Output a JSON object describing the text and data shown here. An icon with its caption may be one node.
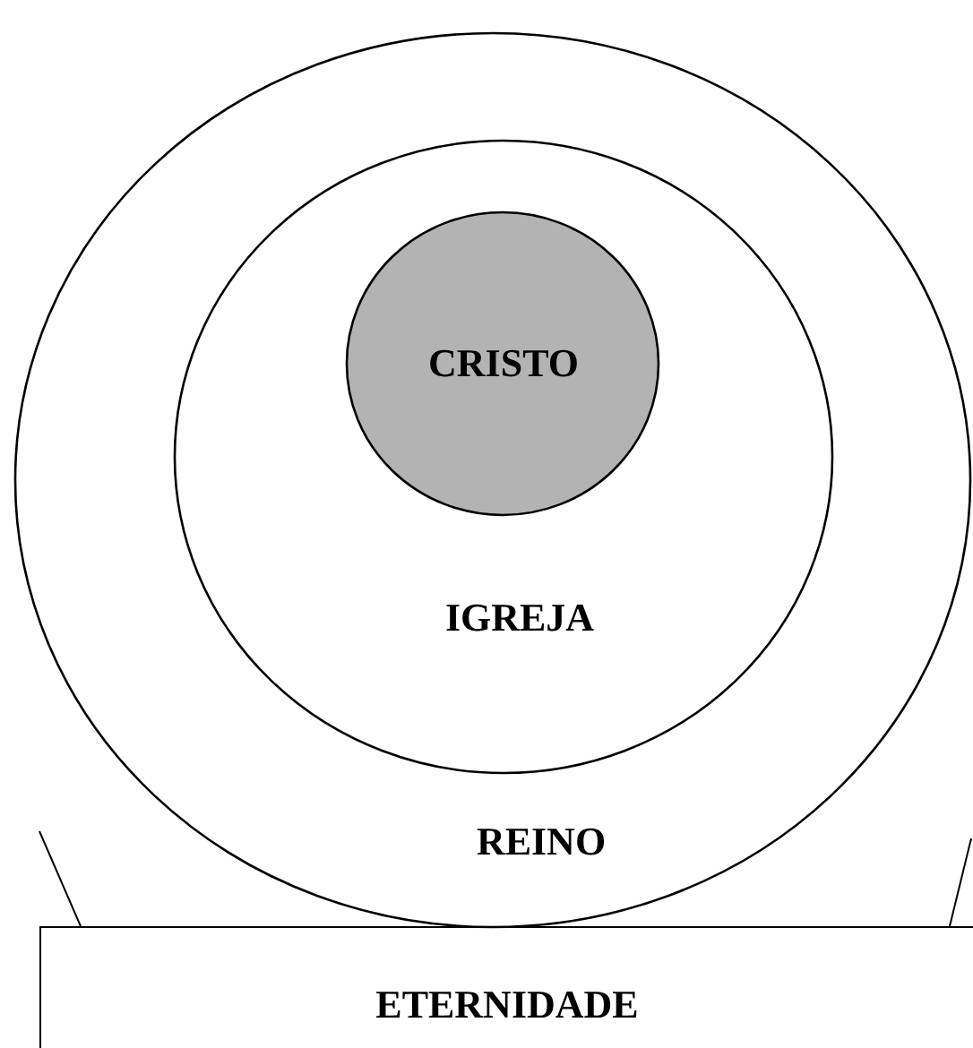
{
  "diagram": {
    "nodes": [
      {
        "text": [
          "REINO"
        ]
      },
      {
        "text": [
          "IGREJA"
        ],
        "in": 0
      },
      {
        "text": [
          "CRISTO"
        ],
        "in": 1
      },
      {
        "text": [
          "ETERNIDADE"
        ]
      }
    ]
  }
}
